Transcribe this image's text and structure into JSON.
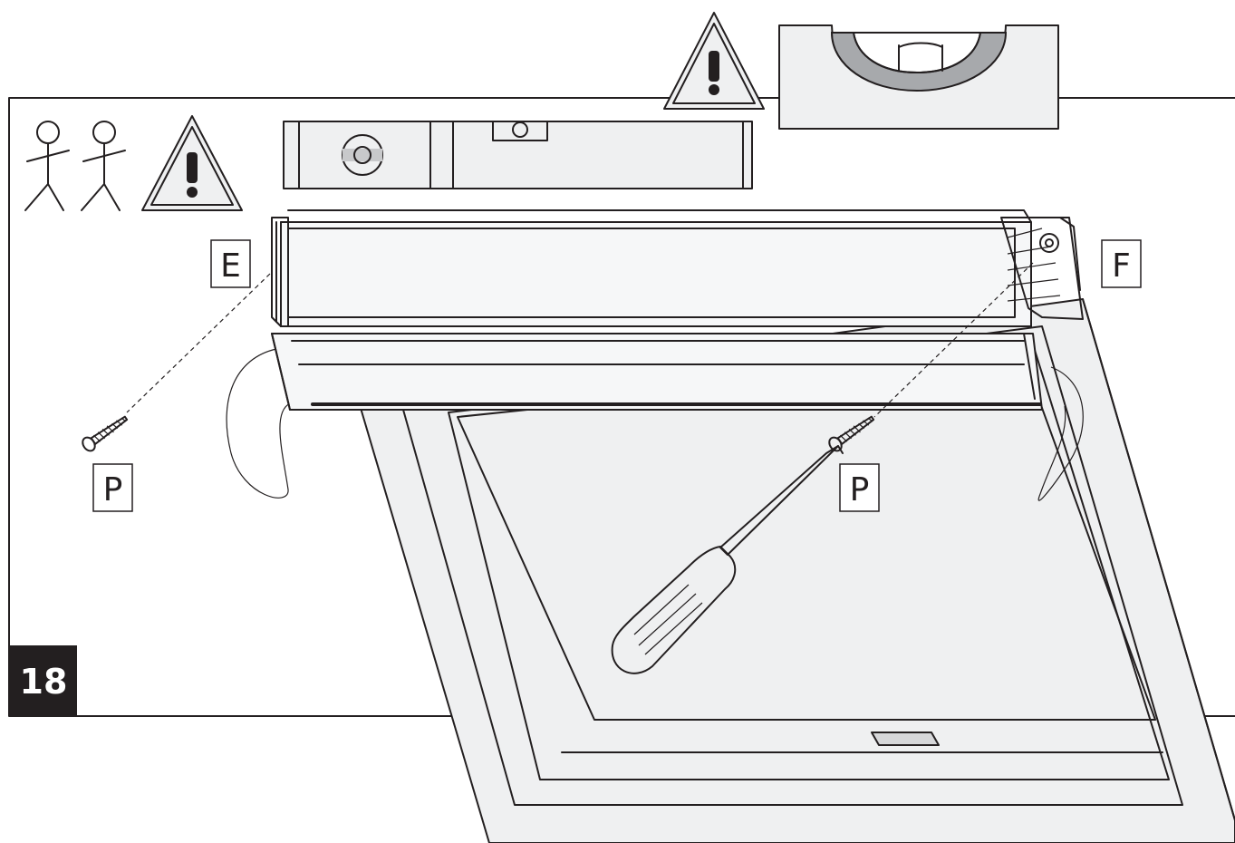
{
  "step": {
    "number": "18"
  },
  "labels": {
    "bracket_left": "E",
    "bracket_right": "F",
    "screw_left": "P",
    "screw_right": "P"
  },
  "icons": {
    "warning_main": "warning-triangle-icon",
    "warning_top": "warning-triangle-icon",
    "two_persons": "two-persons-icon",
    "spirit_level": "spirit-level-icon",
    "level_detail": "spirit-level-detail-icon",
    "screwdriver": "screwdriver-icon"
  },
  "colors": {
    "line": "#231f20",
    "frame_fill": "#eff0f1",
    "badge_bg": "#231f20",
    "badge_text": "#ffffff"
  }
}
